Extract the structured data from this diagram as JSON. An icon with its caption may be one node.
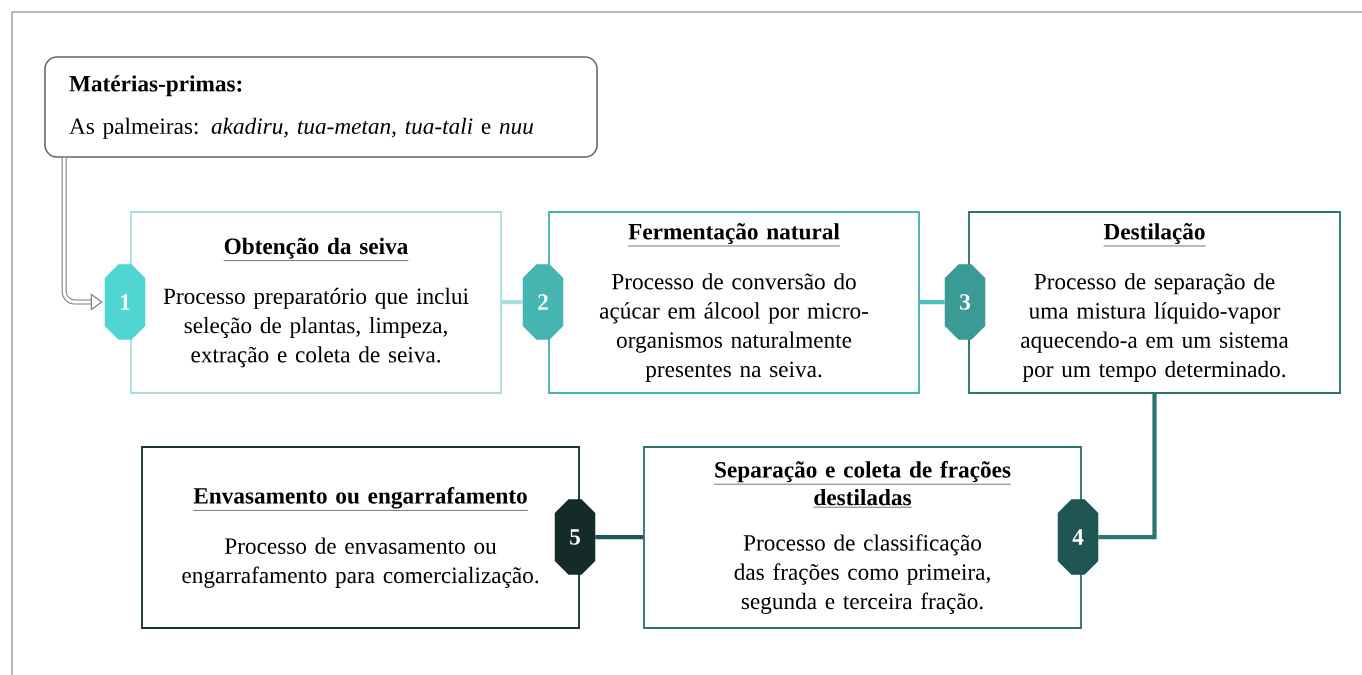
{
  "diagram": {
    "nodes": [
      {
        "text": [
          "Matérias-primas:",
          "As palmeiras: *akadiru, tua*-*metan, tua*-*tali* e *nuu*"
        ]
      },
      {
        "text": [
          "Obtenção da seiva",
          "Processo preparatório que inclui seleção de plantas, limpeza, extração e coleta de seiva."
        ]
      },
      {
        "text": [
          "1"
        ]
      },
      {
        "text": [
          "Fermentação natural",
          "Processo de conversão do açúcar em álcool por micro-organismos naturalmente presentes na seiva."
        ]
      },
      {
        "text": [
          "2"
        ]
      },
      {
        "text": [
          "Destilação",
          "Processo de separação de uma mistura líquido-vapor aquecendo-a em um sistema por um tempo determinado."
        ]
      },
      {
        "text": [
          "3"
        ]
      },
      {
        "text": [
          "Separação e coleta de frações destiladas",
          "Processo de classificação das frações como primeira, segunda e terceira fração."
        ]
      },
      {
        "text": [
          "4"
        ]
      },
      {
        "text": [
          "Envasamento ou engarrafamento",
          "Processo de envasamento ou engarrafamento para comercialização."
        ]
      },
      {
        "text": [
          "5"
        ]
      }
    ],
    "edges": [
      {
        "from": 0,
        "to": 2,
        "arrow": "to",
        "color": "#7f7f7f"
      },
      {
        "from": 1,
        "to": 4,
        "arrow": "none",
        "color": "#a6e0de"
      },
      {
        "from": 3,
        "to": 6,
        "arrow": "none",
        "color": "#4ec0bc"
      },
      {
        "from": 5,
        "to": 8,
        "arrow": "none",
        "color": "#2d7470"
      },
      {
        "from": 7,
        "to": 10,
        "arrow": "none",
        "color": "#1f5553"
      }
    ]
  }
}
